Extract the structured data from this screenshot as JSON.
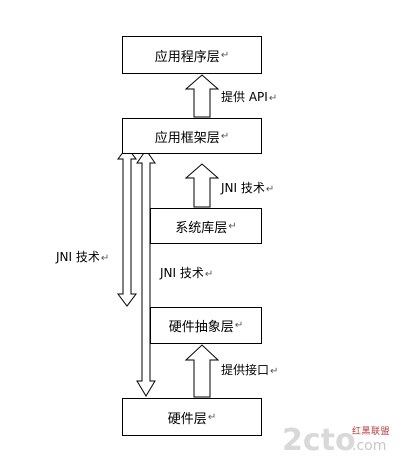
{
  "layers": {
    "app": "应用程序层",
    "framework": "应用框架层",
    "library": "系统库层",
    "hal": "硬件抽象层",
    "hardware": "硬件层"
  },
  "edges": {
    "api": "提供 API",
    "jni_framework": "JNI 技术",
    "jni_left": "JNI 技术",
    "jni_right": "JNI 技术",
    "interface": "提供接口"
  },
  "mark": "↵",
  "watermark": {
    "logo": "2cto",
    "suffix": ".com",
    "site": "红黑联盟"
  }
}
